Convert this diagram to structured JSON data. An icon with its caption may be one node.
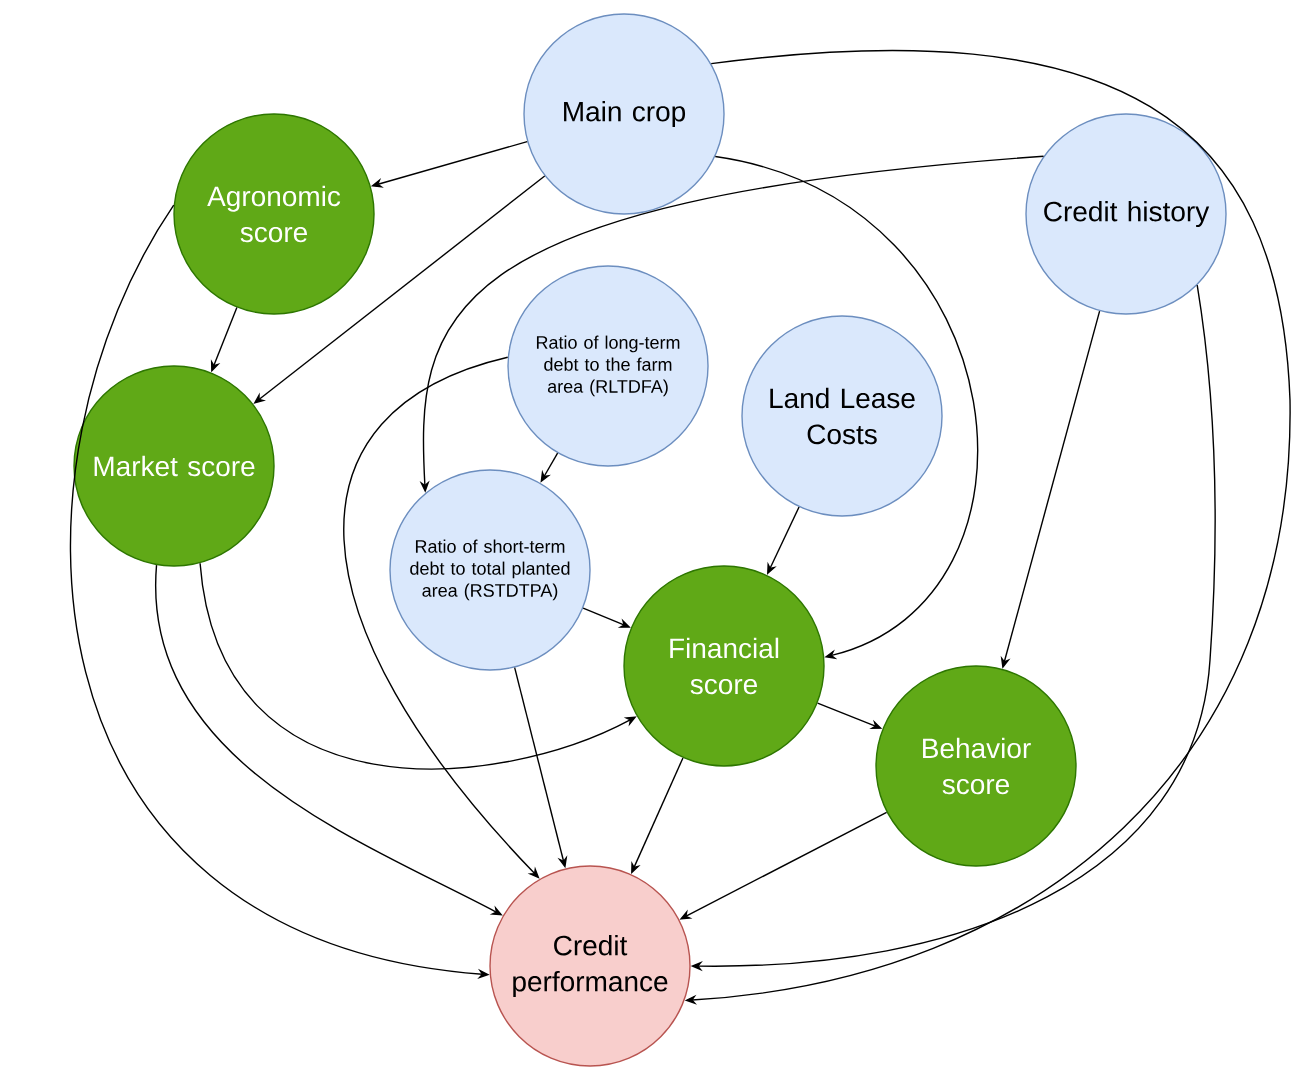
{
  "diagram": {
    "nodes": [
      {
        "text": [
          "Main crop"
        ]
      },
      {
        "text": [
          "Agronomic score"
        ]
      },
      {
        "text": [
          "Credit history"
        ]
      },
      {
        "text": [
          "Market score"
        ]
      },
      {
        "text": [
          "Ratio of long-term debt to the farm area (RLTDFA)"
        ]
      },
      {
        "text": [
          "Land Lease Costs"
        ]
      },
      {
        "text": [
          "Ratio of short-term debt to total planted area (RSTDTPA)"
        ]
      },
      {
        "text": [
          "Financial score"
        ]
      },
      {
        "text": [
          "Behavior score"
        ]
      },
      {
        "text": [
          "Credit performance"
        ]
      }
    ],
    "edges": [
      {
        "from": 0,
        "to": 1,
        "arrow": "to"
      },
      {
        "from": 0,
        "to": 3,
        "arrow": "to"
      },
      {
        "from": 0,
        "to": 7,
        "arrow": "to"
      },
      {
        "from": 0,
        "to": 9,
        "arrow": "to"
      },
      {
        "from": 2,
        "to": 6,
        "arrow": "to"
      },
      {
        "from": 2,
        "to": 8,
        "arrow": "to"
      },
      {
        "from": 2,
        "to": 9,
        "arrow": "to"
      },
      {
        "from": 1,
        "to": 3,
        "arrow": "to"
      },
      {
        "from": 1,
        "to": 9,
        "arrow": "to"
      },
      {
        "from": 3,
        "to": 9,
        "arrow": "to"
      },
      {
        "from": 3,
        "to": 7,
        "arrow": "to"
      },
      {
        "from": 4,
        "to": 6,
        "arrow": "to"
      },
      {
        "from": 4,
        "to": 9,
        "arrow": "to"
      },
      {
        "from": 6,
        "to": 7,
        "arrow": "to"
      },
      {
        "from": 6,
        "to": 9,
        "arrow": "to"
      },
      {
        "from": 5,
        "to": 7,
        "arrow": "to"
      },
      {
        "from": 7,
        "to": 8,
        "arrow": "to"
      },
      {
        "from": 7,
        "to": 9,
        "arrow": "to"
      },
      {
        "from": 8,
        "to": 9,
        "arrow": "to"
      }
    ]
  }
}
